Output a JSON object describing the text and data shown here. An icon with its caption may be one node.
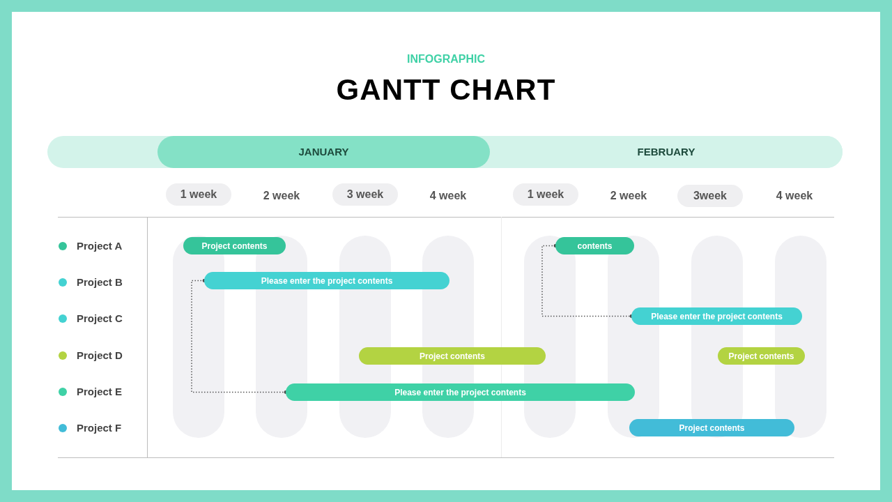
{
  "diagram": {
    "title": "GANTT CHART",
    "nodes": [
      {
        "text": [
          "JANUARY"
        ]
      },
      {
        "text": [
          "FEBRUARY"
        ]
      },
      {
        "text": [
          "1 week"
        ]
      },
      {
        "text": [
          "3 week"
        ]
      },
      {
        "text": [
          "1 week"
        ]
      },
      {
        "text": [
          "3week"
        ]
      },
      {
        "text": [
          "Project contents"
        ]
      },
      {
        "text": [
          "contents"
        ]
      },
      {
        "text": [
          "Please enter the project contents"
        ]
      },
      {
        "text": [
          "Please enter the project contents"
        ]
      },
      {
        "text": [
          "Project contents"
        ]
      },
      {
        "text": [
          "Project contents"
        ]
      },
      {
        "text": [
          "Please enter the project contents"
        ]
      },
      {
        "text": [
          "Project contents"
        ]
      }
    ],
    "edges": [
      {
        "from": 8,
        "to": 12,
        "arrow": "other",
        "style": "dashed"
      },
      {
        "from": 7,
        "to": 9,
        "arrow": "other",
        "style": "dashed"
      }
    ],
    "labels": [
      "INFOGRAPHIC",
      "2 week",
      "4 week",
      "2 week",
      "4 week",
      "Project A",
      "Project B",
      "Project C",
      "Project D",
      "Project E",
      "Project F"
    ]
  }
}
